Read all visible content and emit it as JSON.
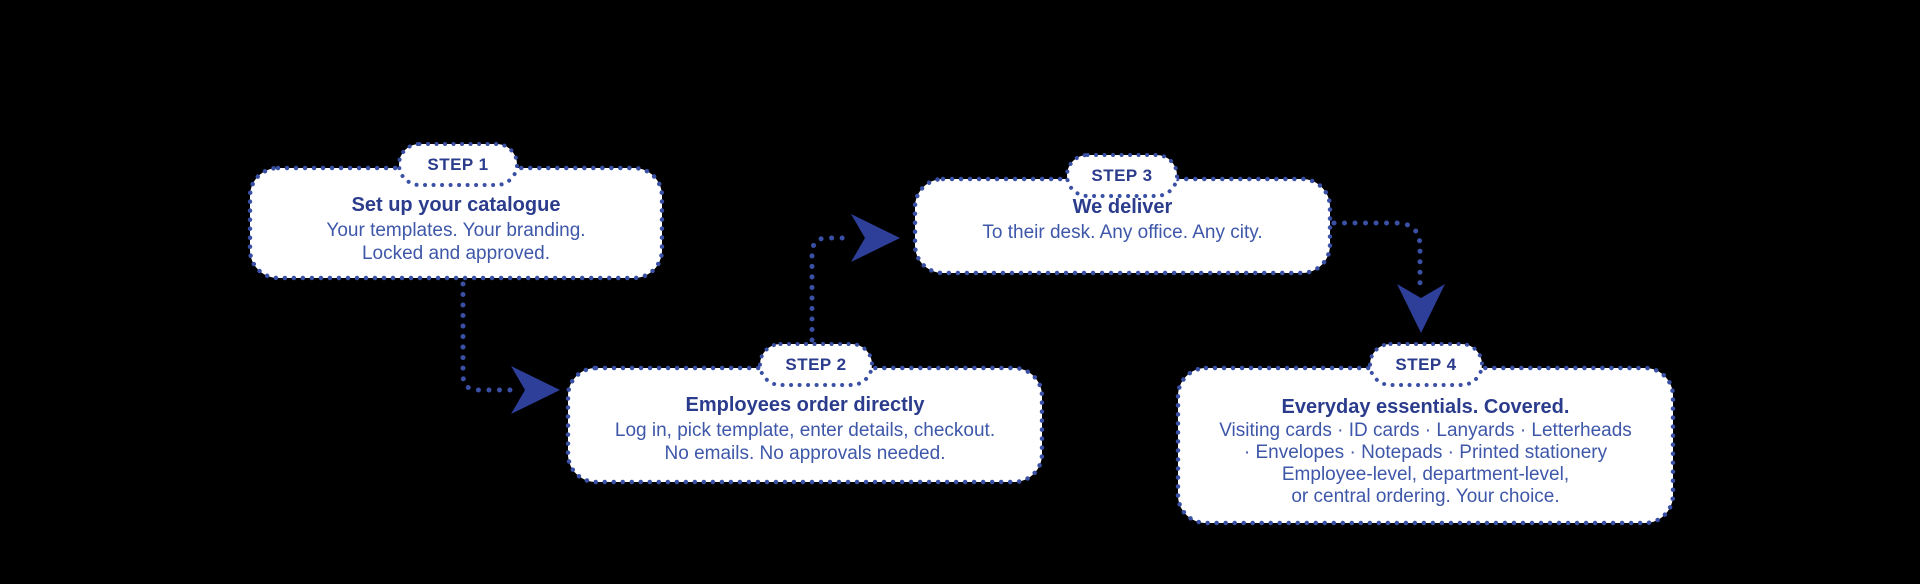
{
  "diagram": {
    "title": "4-step ordering process flow",
    "background_color": "#000000",
    "box_fill_color": "#ffffff",
    "dotted_border_color": "#3a50a5",
    "arrow_color": "#2e3f99",
    "title_text_color": "#2b3c8c",
    "body_text_color": "#3e57a9"
  },
  "steps": [
    {
      "badge": "STEP 1",
      "title": "Set up your catalogue",
      "body_lines": [
        "Your templates. Your branding.",
        "Locked and approved."
      ]
    },
    {
      "badge": "STEP 2",
      "title": "Employees order directly",
      "body_lines": [
        "Log in, pick template, enter details, checkout.",
        "No emails. No approvals needed."
      ]
    },
    {
      "badge": "STEP 3",
      "title": "We deliver",
      "body_lines": [
        "To their desk. Any office. Any city."
      ]
    },
    {
      "badge": "STEP 4",
      "title": "Everyday essentials. Covered.",
      "body_lines": [
        "Visiting cards · ID cards · Lanyards · Letterheads",
        "· Envelopes · Notepads · Printed stationery",
        "Employee-level, department-level,",
        "or central ordering. Your choice."
      ]
    }
  ],
  "connectors": [
    {
      "from": "STEP 1",
      "to": "STEP 2",
      "style": "dotted-arrow"
    },
    {
      "from": "STEP 2",
      "to": "STEP 3",
      "style": "dotted-arrow"
    },
    {
      "from": "STEP 3",
      "to": "STEP 4",
      "style": "dotted-arrow"
    }
  ]
}
